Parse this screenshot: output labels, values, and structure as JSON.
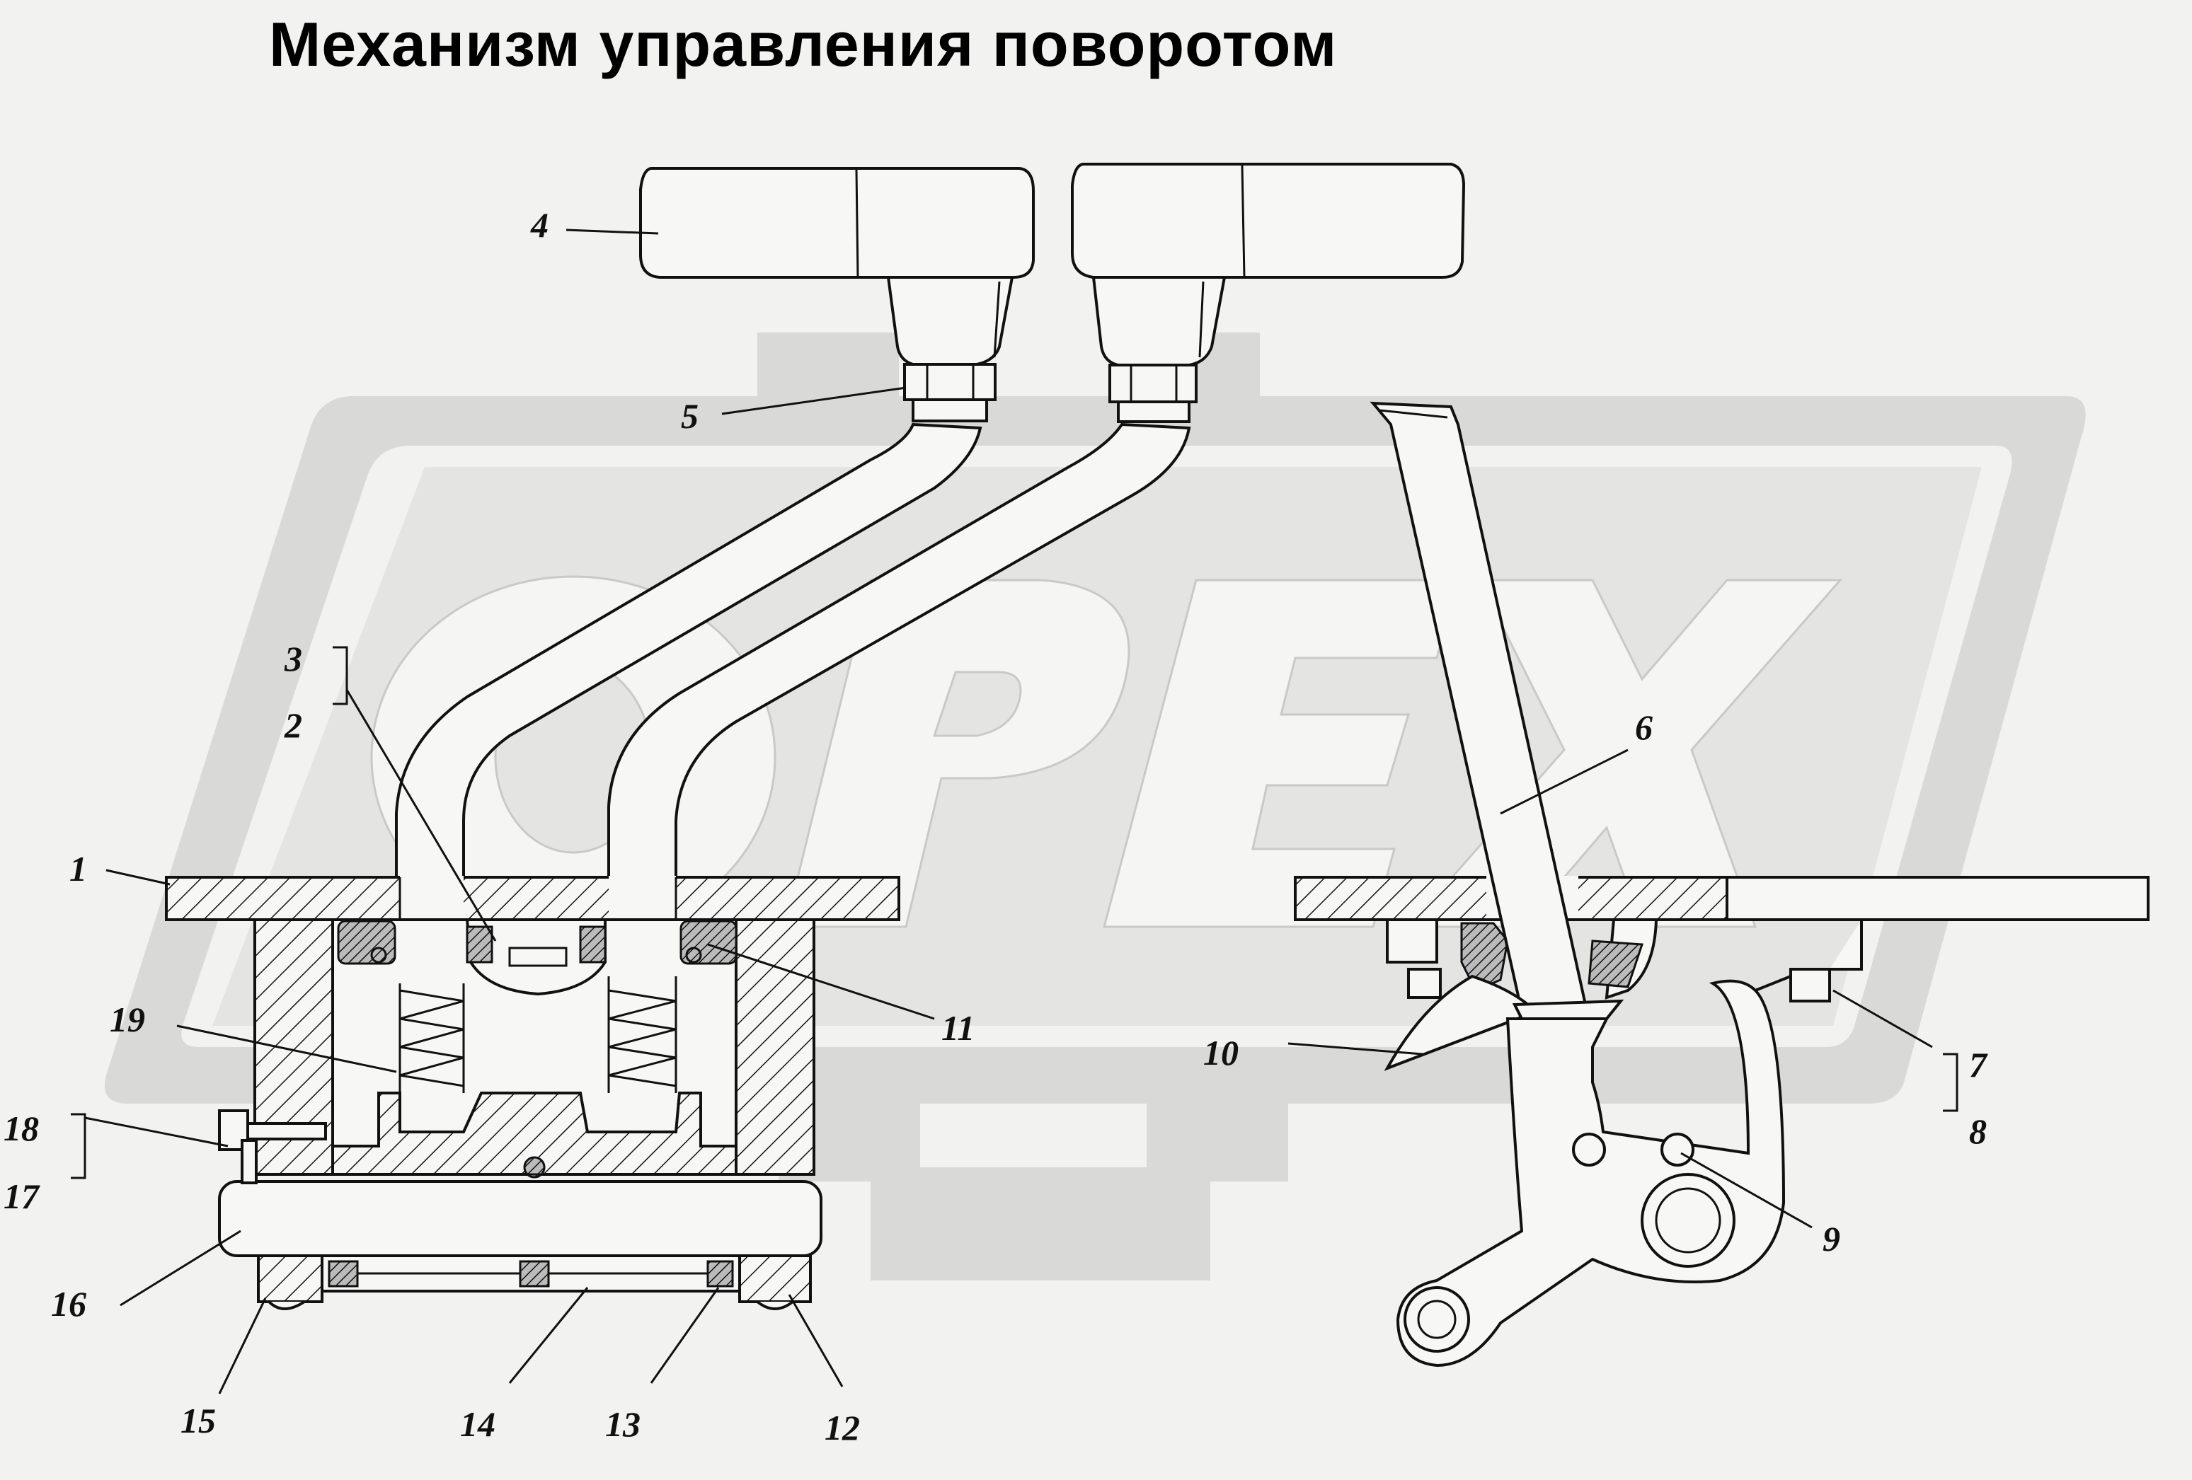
{
  "title": "Механизм управления поворотом",
  "watermark": {
    "text": "OPEX",
    "color": "#d9d9d7"
  },
  "colors": {
    "line": "#111111",
    "background": "#f2f2f0",
    "watermark": "#d9d9d7"
  },
  "callouts": {
    "c1": "1",
    "c2": "2",
    "c3": "3",
    "c4": "4",
    "c5": "5",
    "c6": "6",
    "c7": "7",
    "c8": "8",
    "c9": "9",
    "c10": "10",
    "c11": "11",
    "c12": "12",
    "c13": "13",
    "c14": "14",
    "c15": "15",
    "c16": "16",
    "c17": "17",
    "c18": "18",
    "c19": "19"
  }
}
